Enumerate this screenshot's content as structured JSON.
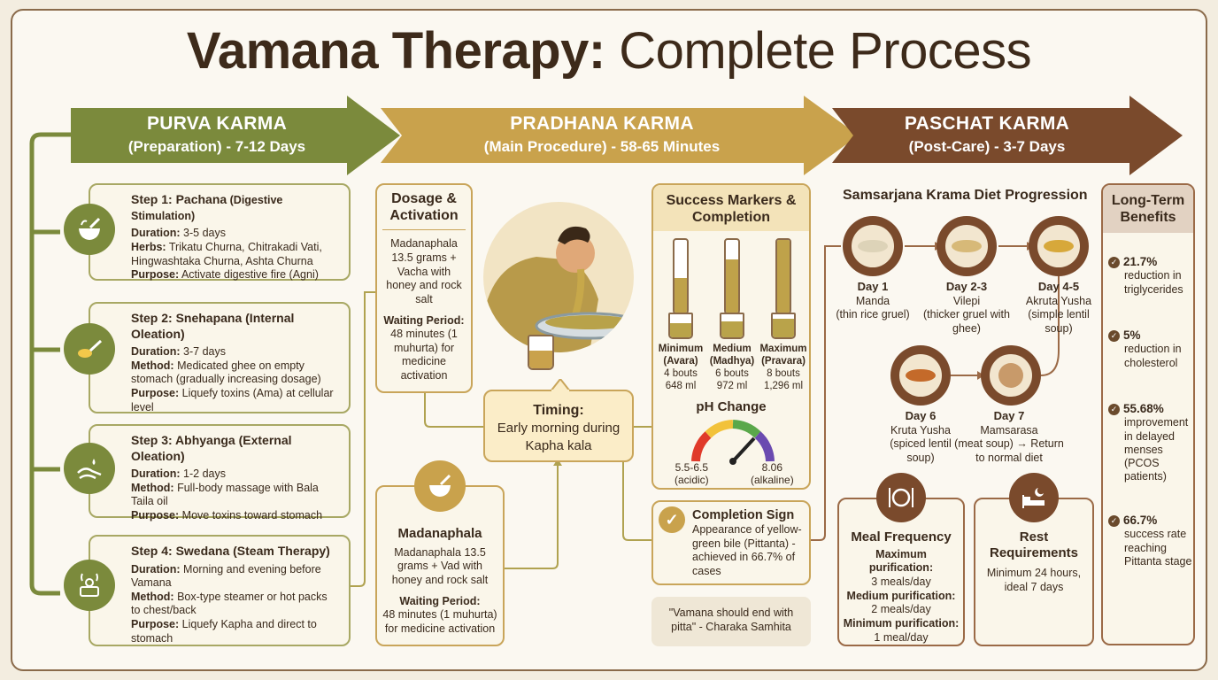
{
  "title": {
    "bold": "Vamana Therapy:",
    "light": " Complete Process"
  },
  "colors": {
    "olive": "#7b8a3c",
    "gold": "#c9a24c",
    "brown": "#7a4a2c"
  },
  "phases": [
    {
      "name": "PURVA KARMA",
      "sub": "(Preparation) - 7-12 Days"
    },
    {
      "name": "PRADHANA KARMA",
      "sub": "(Main Procedure) - 58-65 Minutes"
    },
    {
      "name": "PASCHAT KARMA",
      "sub": "(Post-Care) - 3-7 Days"
    }
  ],
  "steps": [
    {
      "icon": "mortar-pestle-icon",
      "title": "Step 1: Pachana",
      "title_sm": " (Digestive Stimulation)",
      "l1k": "Duration:",
      "l1v": " 3-5 days",
      "l2k": "Herbs:",
      "l2v": " Trikatu Churna, Chitrakadi Vati, Hingwashtaka Churna, Ashta Churna",
      "l3k": "Purpose:",
      "l3v": " Activate digestive fire (Agni)"
    },
    {
      "icon": "spoon-icon",
      "title": "Step 2: Snehapana (Internal Oleation)",
      "title_sm": "",
      "l1k": "Duration:",
      "l1v": " 3-7 days",
      "l2k": "Method:",
      "l2v": " Medicated ghee on empty stomach (gradually increasing dosage)",
      "l3k": "Purpose:",
      "l3v": " Liquefy toxins (Ama) at cellular level"
    },
    {
      "icon": "massage-hands-icon",
      "title": "Step 3: Abhyanga (External Oleation)",
      "title_sm": "",
      "l1k": "Duration:",
      "l1v": " 1-2 days",
      "l2k": "Method:",
      "l2v": " Full-body massage with Bala Taila oil",
      "l3k": "Purpose:",
      "l3v": " Move toxins toward stomach"
    },
    {
      "icon": "steam-person-icon",
      "title": "Step 4: Swedana (Steam Therapy)",
      "title_sm": "",
      "l1k": "Duration:",
      "l1v": " Morning and evening before Vamana",
      "l2k": "Method:",
      "l2v": " Box-type steamer or hot packs to chest/back",
      "l3k": "Purpose:",
      "l3v": " Liquefy Kapha and direct to stomach"
    }
  ],
  "dosage": {
    "title": "Dosage & Activation",
    "text": "Madanaphala 13.5 grams + Vacha with honey and rock salt",
    "wait_label": "Waiting Period:",
    "wait_text": "48 minutes (1 muhurta) for medicine activation"
  },
  "timing": {
    "label": "Timing:",
    "text": "Early morning during Kapha kala"
  },
  "madanaphala": {
    "title": "Madanaphala",
    "text": "Madanaphala 13.5 grams + Vad with honey and rock salt",
    "wait_label": "Waiting Period:",
    "wait_text": "48 minutes (1 muhurta) for medicine activation"
  },
  "success": {
    "title": "Success Markers & Completion",
    "levels": [
      {
        "name": "Minimum",
        "sub": "(Avara)",
        "bouts": "4 bouts",
        "vol": "648 ml",
        "fill": 0.5
      },
      {
        "name": "Medium",
        "sub": "(Madhya)",
        "bouts": "6 bouts",
        "vol": "972 ml",
        "fill": 0.75
      },
      {
        "name": "Maximum",
        "sub": "(Pravara)",
        "bouts": "8 bouts",
        "vol": "1,296 ml",
        "fill": 1.0
      }
    ],
    "ph_title": "pH Change",
    "ph_low": "5.5-6.5",
    "ph_low_sub": "(acidic)",
    "ph_high": "8.06",
    "ph_high_sub": "(alkaline)"
  },
  "completion": {
    "title": "Completion Sign",
    "text": "Appearance of yellow-green bile (Pittanta) - achieved in 66.7% of cases"
  },
  "quote": "\"Vamana should end with pitta\" - Charaka Samhita",
  "diet": {
    "title": "Samsarjana Krama Diet Progression",
    "days": [
      {
        "day": "Day 1",
        "name": "Manda",
        "desc": "(thin rice gruel)"
      },
      {
        "day": "Day 2-3",
        "name": "Vilepi",
        "desc": "(thicker gruel with ghee)"
      },
      {
        "day": "Day 4-5",
        "name": "Akruta Yusha",
        "desc": "(simple lentil soup)"
      },
      {
        "day": "Day 6",
        "name": "Kruta Yusha",
        "desc": "(spiced lentil soup)"
      },
      {
        "day": "Day 7",
        "name": "Mamsarasa",
        "desc": "(meat soup) → Return to normal diet"
      }
    ]
  },
  "meal": {
    "title": "Meal Frequency",
    "rows": [
      {
        "k": "Maximum purification:",
        "v": "3 meals/day"
      },
      {
        "k": "Medium purification:",
        "v": "2 meals/day"
      },
      {
        "k": "Minimum purification:",
        "v": "1 meal/day"
      }
    ]
  },
  "rest": {
    "title": "Rest Requirements",
    "text": "Minimum 24 hours, ideal 7 days"
  },
  "benefits": {
    "title": "Long-Term Benefits",
    "items": [
      {
        "pct": "21.7%",
        "text": "reduction in triglycerides"
      },
      {
        "pct": "5%",
        "text": "reduction in cholesterol"
      },
      {
        "pct": "55.68%",
        "text": "improvement in delayed menses (PCOS patients)"
      },
      {
        "pct": "66.7%",
        "text": "success rate reaching Pittanta stage"
      }
    ]
  }
}
